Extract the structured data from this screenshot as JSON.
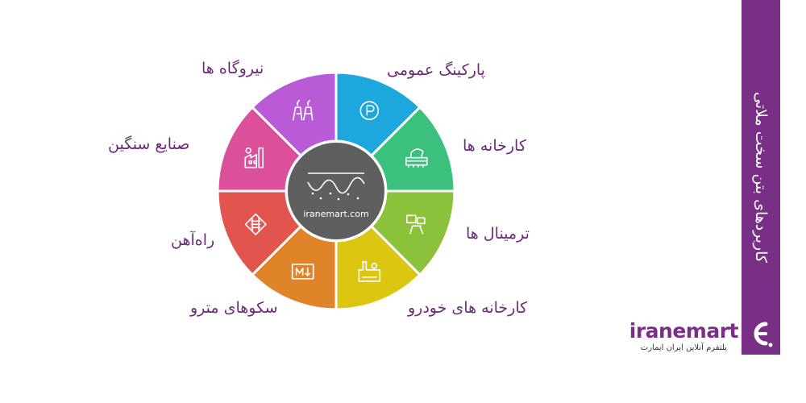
{
  "side_title": "کاربردهای بتن سخت ملاتی",
  "center_text": "iranemart.com",
  "segments": [
    {
      "label": "پارکینگ عمومی",
      "color": "#1da7dc",
      "icon": "parking-icon"
    },
    {
      "label": "کارخانه ها",
      "color": "#3cc07e",
      "icon": "factory-icon"
    },
    {
      "label": "ترمینال ها",
      "color": "#8cc23a",
      "icon": "terminal-icon"
    },
    {
      "label": "کارخانه های خودرو",
      "color": "#dcc612",
      "icon": "car-factory-icon"
    },
    {
      "label": "سکوهای مترو",
      "color": "#e0842a",
      "icon": "metro-icon"
    },
    {
      "label": "راه‌آهن",
      "color": "#e2544e",
      "icon": "railway-icon"
    },
    {
      "label": "صنایع سنگین",
      "color": "#dc4f9a",
      "icon": "heavy-industry-icon"
    },
    {
      "label": "نیروگاه ها",
      "color": "#b95ad6",
      "icon": "power-plant-icon"
    }
  ],
  "brand": {
    "name": "iranemart",
    "subtitle": "پلتفرم آنلاین ایران ایمارت"
  }
}
